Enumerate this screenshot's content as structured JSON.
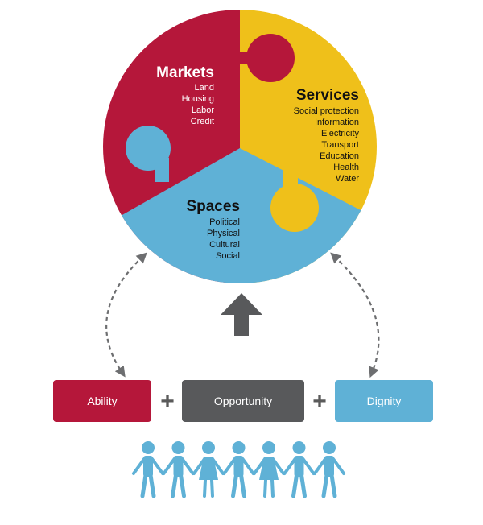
{
  "colors": {
    "red": "#b5173a",
    "yellow": "#efc01a",
    "blue": "#5fb1d6",
    "gray": "#58595b",
    "arrow": "#6d6e70"
  },
  "puzzle": {
    "markets": {
      "title": "Markets",
      "items": [
        "Land",
        "Housing",
        "Labor",
        "Credit"
      ]
    },
    "services": {
      "title": "Services",
      "items": [
        "Social protection",
        "Information",
        "Electricity",
        "Transport",
        "Education",
        "Health",
        "Water"
      ]
    },
    "spaces": {
      "title": "Spaces",
      "items": [
        "Political",
        "Physical",
        "Cultural",
        "Social"
      ]
    }
  },
  "boxes": {
    "ability": "Ability",
    "opportunity": "Opportunity",
    "dignity": "Dignity"
  },
  "operators": {
    "plus1": "+",
    "plus2": "+"
  },
  "people_count": 7
}
